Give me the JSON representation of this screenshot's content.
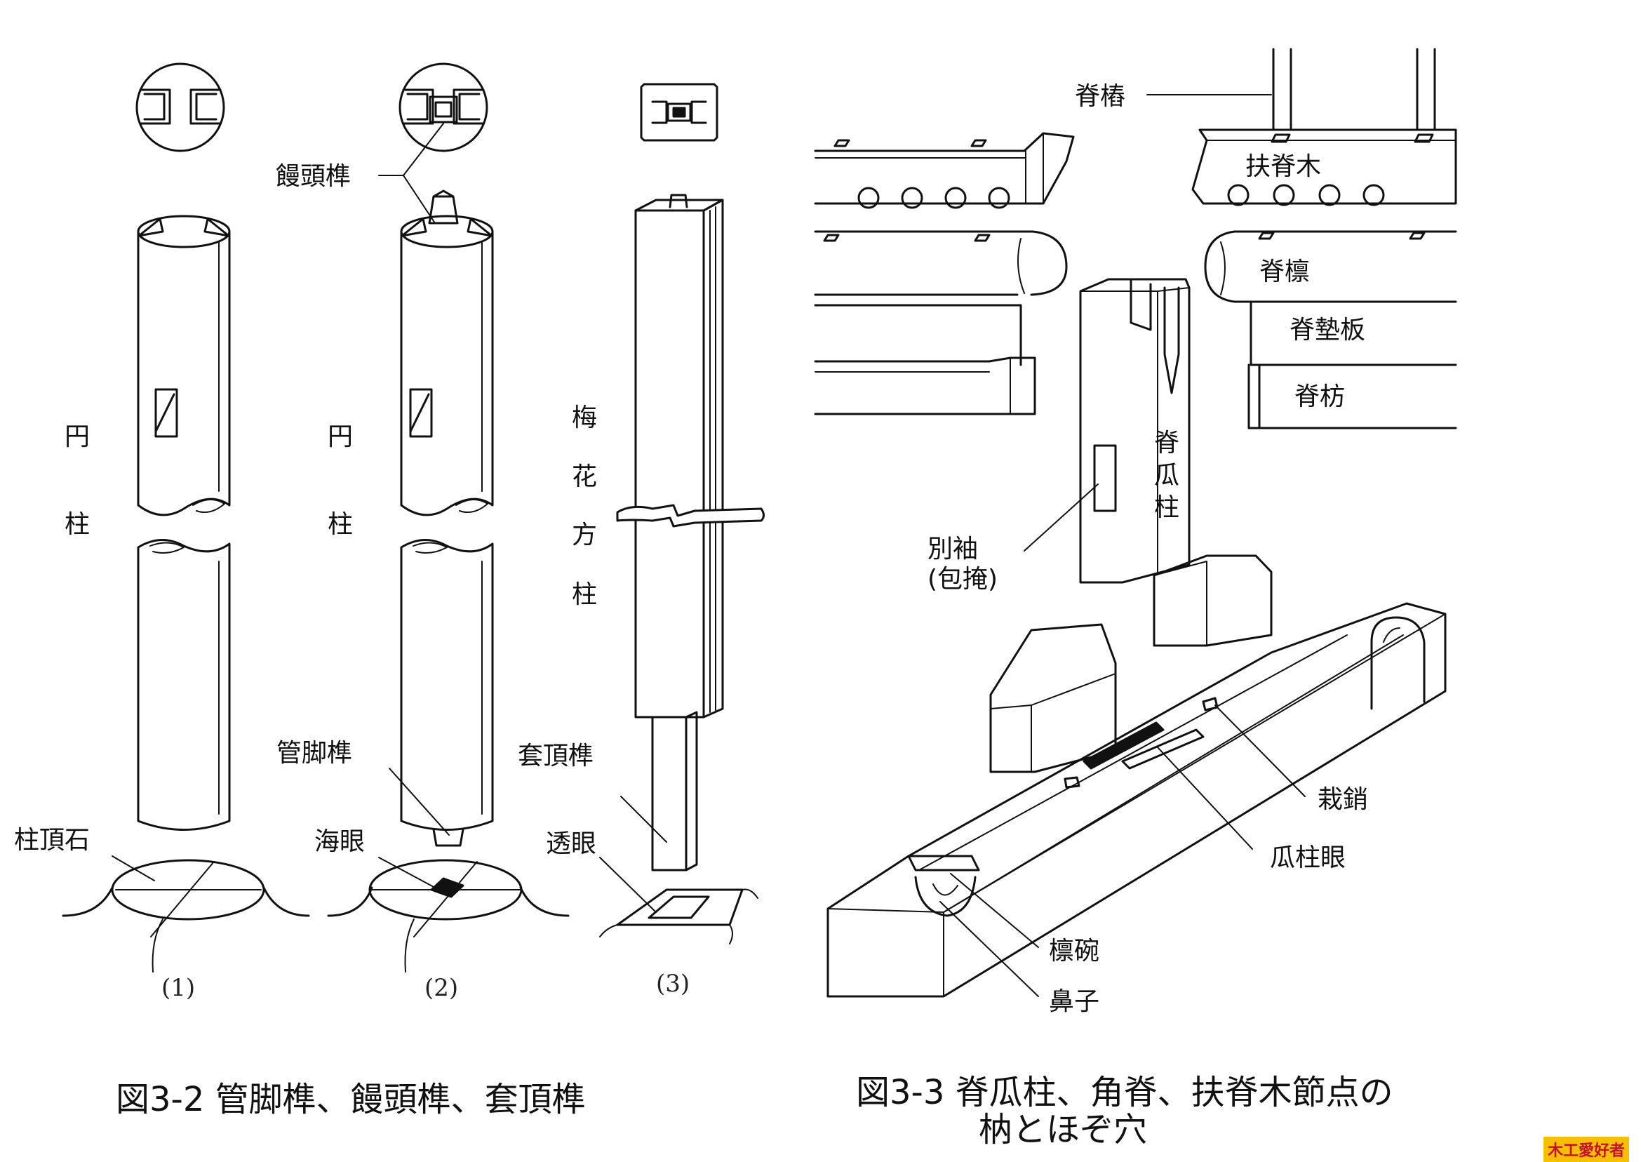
{
  "fig32": {
    "caption": "図3-2  管脚榫、饅頭榫、套頂榫",
    "sublabels": [
      "(1)",
      "(2)",
      "(3)"
    ],
    "labels": {
      "mantou": "饅頭榫",
      "guanjiao": "管脚榫",
      "haiyan": "海眼",
      "zhudingshi": "柱頂石",
      "taoding": "套頂榫",
      "touyan": "透眼"
    },
    "vertical": {
      "yuanzhu1": [
        "円",
        "柱"
      ],
      "yuanzhu2": [
        "円",
        "柱"
      ],
      "meihua": [
        "梅",
        "花",
        "方",
        "柱"
      ]
    }
  },
  "fig33": {
    "caption_line1": "図3-3  脊瓜柱、角脊、扶脊木節点の",
    "caption_line2": "枘とほぞ穴",
    "labels": {
      "jizhuang": "脊樁",
      "fujimu": "扶脊木",
      "jilin": "脊檩",
      "jidianban": "脊墊板",
      "jifang": "脊枋",
      "biexiu1": "別袖",
      "biexiu2": "(包掩)",
      "zaixiao": "栽銷",
      "guazhuyan": "瓜柱眼",
      "linwan": "檩碗",
      "bizi": "鼻子"
    },
    "vertical": {
      "jiguazhu": [
        "脊",
        "瓜",
        "柱"
      ]
    }
  },
  "watermark": "木工愛好者"
}
